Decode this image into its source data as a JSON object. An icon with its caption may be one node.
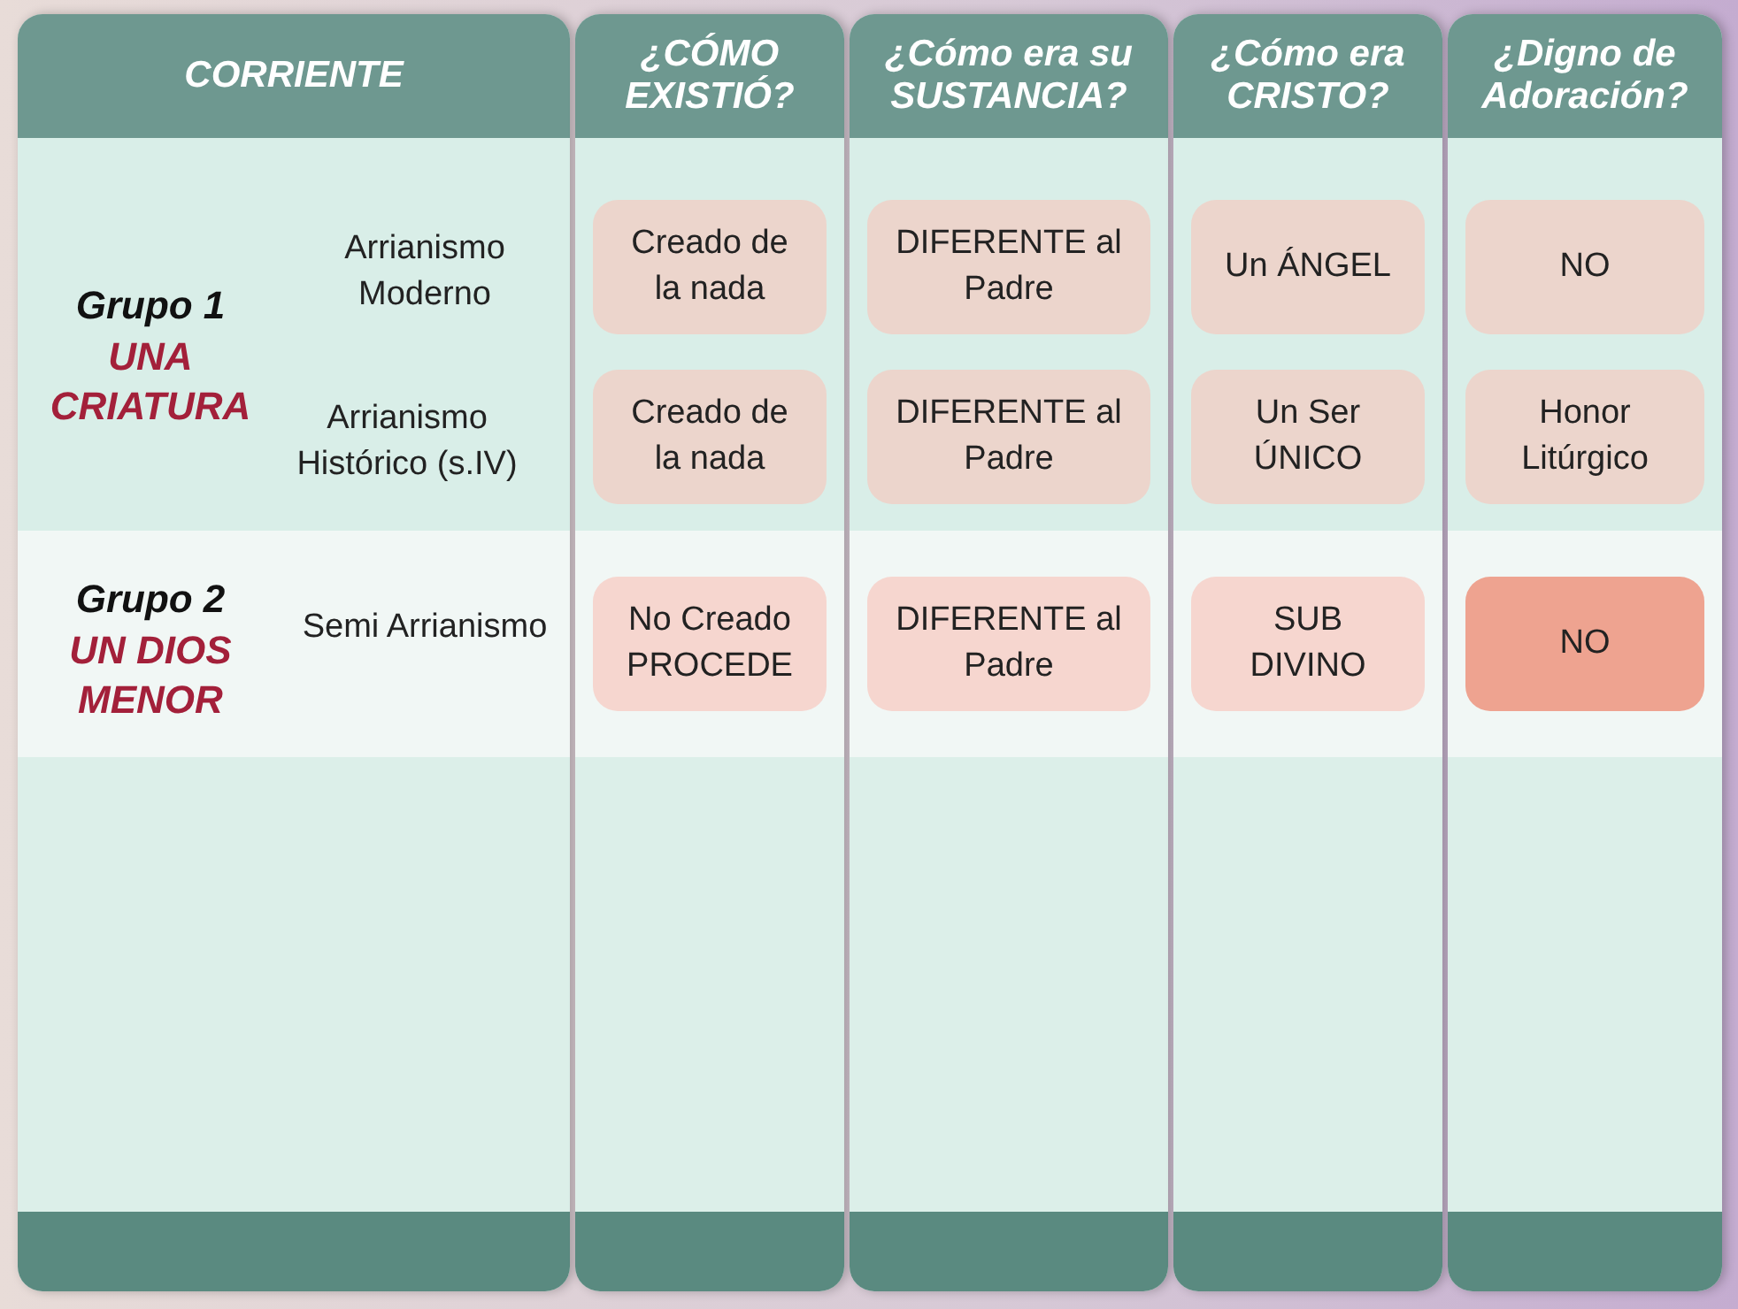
{
  "diagram": {
    "nodes": [
      {
        "text": [
          "CORRIENTE"
        ]
      },
      {
        "text": [
          "¿CÓMO EXISTIÓ?"
        ]
      },
      {
        "text": [
          "Creado de la nada"
        ],
        "in": 1
      },
      {
        "text": [
          "Creado de la nada"
        ],
        "in": 1
      },
      {
        "text": [
          "No Creado PROCEDE"
        ],
        "in": 1
      },
      {
        "text": [
          "¿Cómo era su SUSTANCIA?"
        ]
      },
      {
        "text": [
          "DIFERENTE al Padre"
        ],
        "in": 5
      },
      {
        "text": [
          "DIFERENTE al Padre"
        ],
        "in": 5
      },
      {
        "text": [
          "DIFERENTE al Padre"
        ],
        "in": 5
      },
      {
        "text": [
          "¿Cómo era CRISTO?"
        ]
      },
      {
        "text": [
          "Un ÁNGEL"
        ],
        "in": 9
      },
      {
        "text": [
          "Un Ser ÚNICO"
        ],
        "in": 9
      },
      {
        "text": [
          "SUB DIVINO"
        ],
        "in": 9
      },
      {
        "text": [
          "¿Digno de Adoración?"
        ]
      },
      {
        "text": [
          "NO"
        ],
        "in": 13
      },
      {
        "text": [
          "Honor Litúrgico"
        ],
        "in": 13
      },
      {
        "text": [
          "NO"
        ],
        "in": 13
      }
    ],
    "labels": [
      "Grupo 1",
      "UNA CRIATURA",
      "Arrianismo Moderno",
      "Arrianismo Histórico (s.IV)",
      "Grupo 2",
      "UN DIOS MENOR",
      "Semi Arrianismo"
    ]
  }
}
